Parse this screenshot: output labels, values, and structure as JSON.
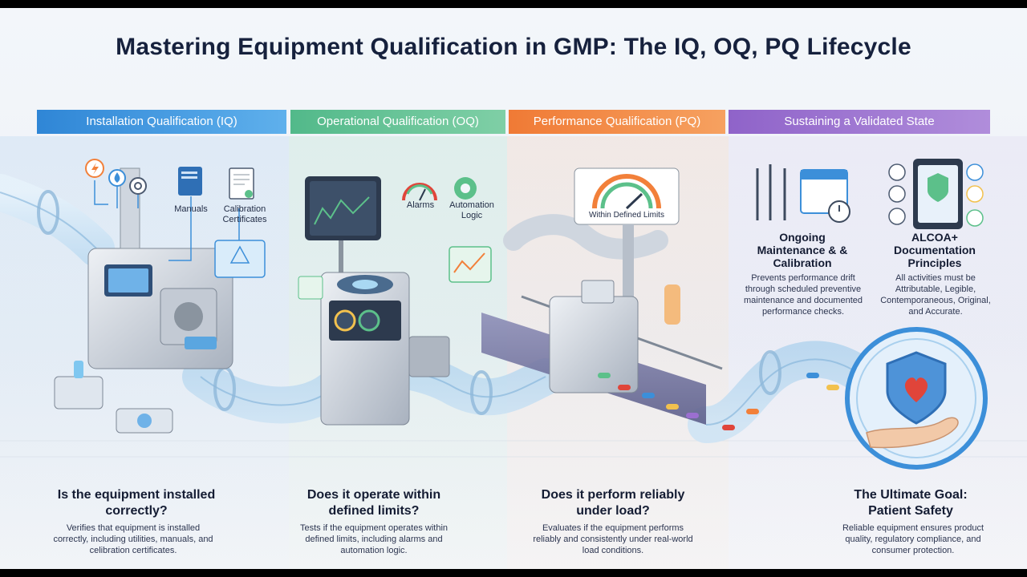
{
  "title": "Mastering Equipment Qualification in GMP: The IQ, OQ, PQ Lifecycle",
  "colors": {
    "iq": "#3c8fd9",
    "oq": "#5cc08a",
    "pq": "#f2803a",
    "sustain": "#9b6fd0",
    "title": "#16213d"
  },
  "phases": [
    {
      "header": "Installation Qualification (IQ)",
      "labels": [
        "Manuals",
        "Calibration Certificates"
      ],
      "question": "Is the equipment installed correctly?",
      "description": "Verifies that equipment is installed correctly, including utilities, manuals, and celibration certificates."
    },
    {
      "header": "Operational Qualification (OQ)",
      "labels": [
        "Alarms",
        "Automation Logic"
      ],
      "question": "Does it operate within defined limits?",
      "description": "Tests if the equipment operates within defined limits, including alarms and automation logic."
    },
    {
      "header": "Performance Qualification (PQ)",
      "labels": [
        "Within Defined Limits"
      ],
      "question": "Does it perform reliably under load?",
      "description": "Evaluates if the equipment performs reliably and consistently under real-world load conditions."
    },
    {
      "header": "Sustaining a Validated State",
      "blocks": [
        {
          "title": "Ongoing Maintenance & & Calibration",
          "description": "Prevents performance drift through scheduled preventive maintenance and documented performance checks."
        },
        {
          "title": "ALCOA+ Documentation Principles",
          "description": "All activities must be Attributable, Legible, Contemporaneous, Original, and Accurate."
        }
      ],
      "question": "The Ultimate Goal: Patient Safety",
      "description": "Reliable equipment ensures product quality, regulatory compliance, and consumer protection."
    }
  ],
  "icons": [
    "power-icon",
    "water-drop-icon",
    "gear-icon",
    "manual-book-icon",
    "certificate-icon",
    "gauge-icon",
    "automation-gear-icon",
    "tools-icon",
    "calendar-clock-icon",
    "tablet-checklist-icon",
    "shield-heart-icon"
  ]
}
